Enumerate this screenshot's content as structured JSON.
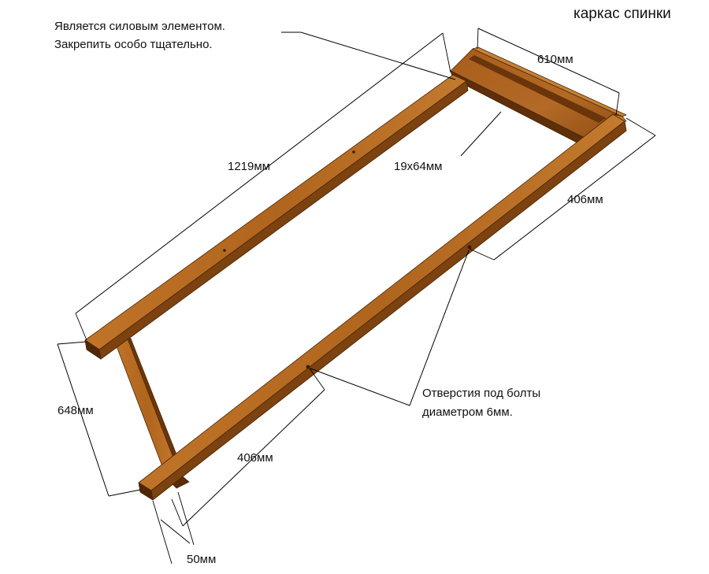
{
  "title": "каркас спинки",
  "notes": {
    "power_element_line1": "Является силовым элементом.",
    "power_element_line2": "Закрепить особо тщательно.",
    "holes_line1": "Отверстия под болты",
    "holes_line2": "диаметром 6мм."
  },
  "dimensions": {
    "top_width": "610мм",
    "long_side": "1219мм",
    "cross_section": "19х64мм",
    "right_spacing": "406мм",
    "left_height": "648мм",
    "bottom_spacing": "406мм",
    "end_offset": "50мм"
  },
  "colors": {
    "wood_light": "#b86a22",
    "wood_mid": "#9c5517",
    "wood_dark": "#7a3f0e",
    "wood_shadow": "#4f2608",
    "line": "#000000"
  }
}
